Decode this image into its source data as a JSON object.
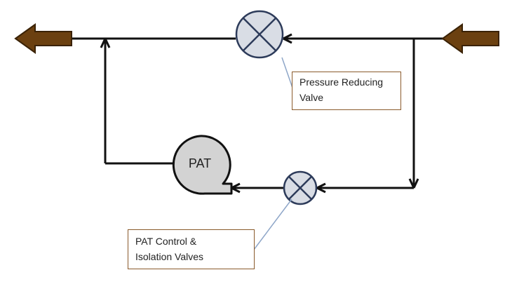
{
  "labels": {
    "pat": "PAT",
    "prv_line1": "Pressure Reducing",
    "prv_line2": "Valve",
    "control_line1": "PAT Control &",
    "control_line2": "Isolation Valves"
  },
  "colors": {
    "line": "#111111",
    "flow_arrow": "#6b4010",
    "flow_arrow_edge": "#3a2206",
    "valve_fill": "#d9dde5",
    "valve_edge": "#2d3b5a",
    "pat_fill": "#d3d3d3",
    "callout_border": "#8a5a2b",
    "leader": "#8ea6c8"
  },
  "icons": {
    "inlet": "flow-arrow-left",
    "outlet": "flow-arrow-left",
    "prv": "valve-cross-circle",
    "control_valve": "valve-cross-circle",
    "pat": "pump-as-turbine"
  }
}
